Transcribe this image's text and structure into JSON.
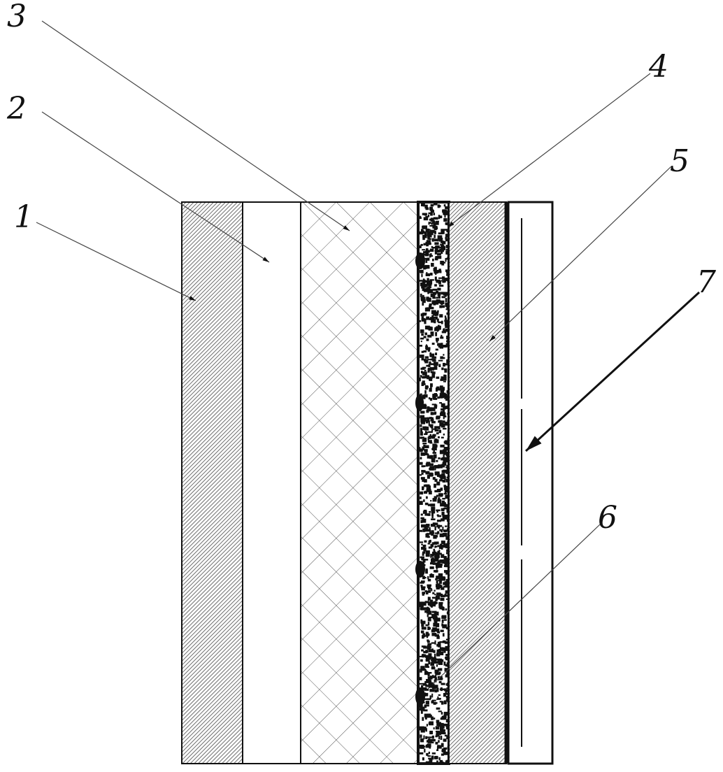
{
  "labels": {
    "l1": "1",
    "l2": "2",
    "l3": "3",
    "l4": "4",
    "l5": "5",
    "l6": "6",
    "l7": "7"
  },
  "colors": {
    "ink": "#111111",
    "hatch": "#9a9a9a",
    "grid": "#777777"
  }
}
